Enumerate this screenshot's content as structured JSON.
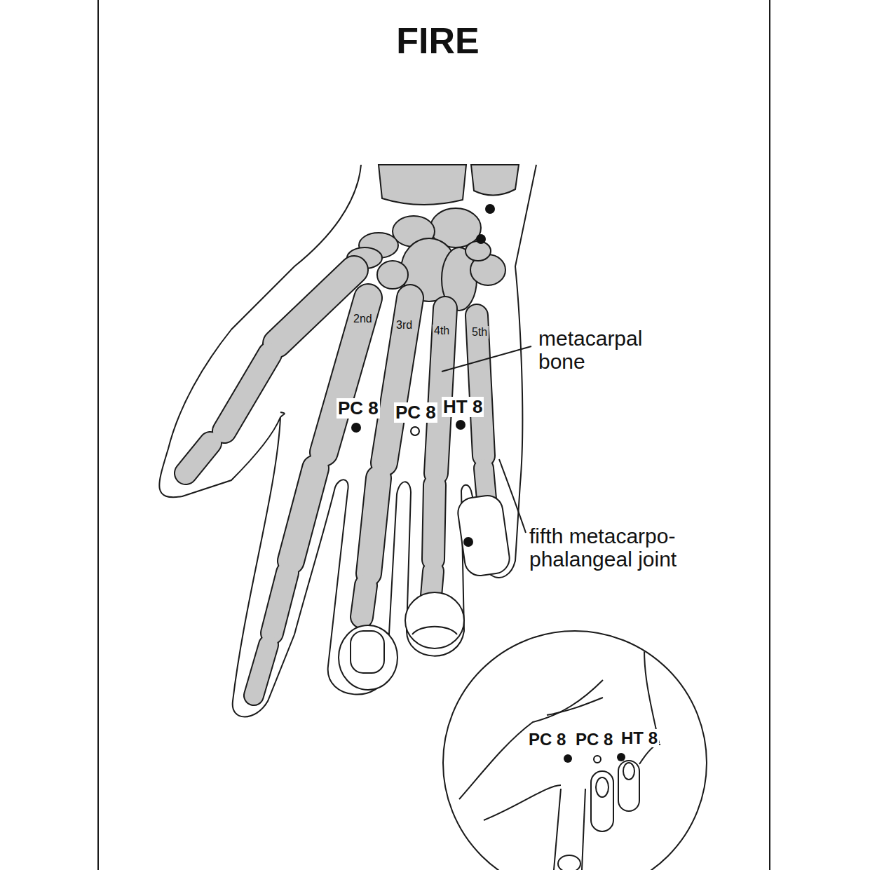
{
  "diagram": {
    "title": "FIRE",
    "labels": [
      "2nd",
      "3rd",
      "4th",
      "5th",
      "metacarpal bone",
      "PC 8",
      "PC 8",
      "HT 8",
      "fifth metacarpo- phalangeal joint",
      "PC 8",
      "PC 8",
      "HT 8"
    ]
  }
}
